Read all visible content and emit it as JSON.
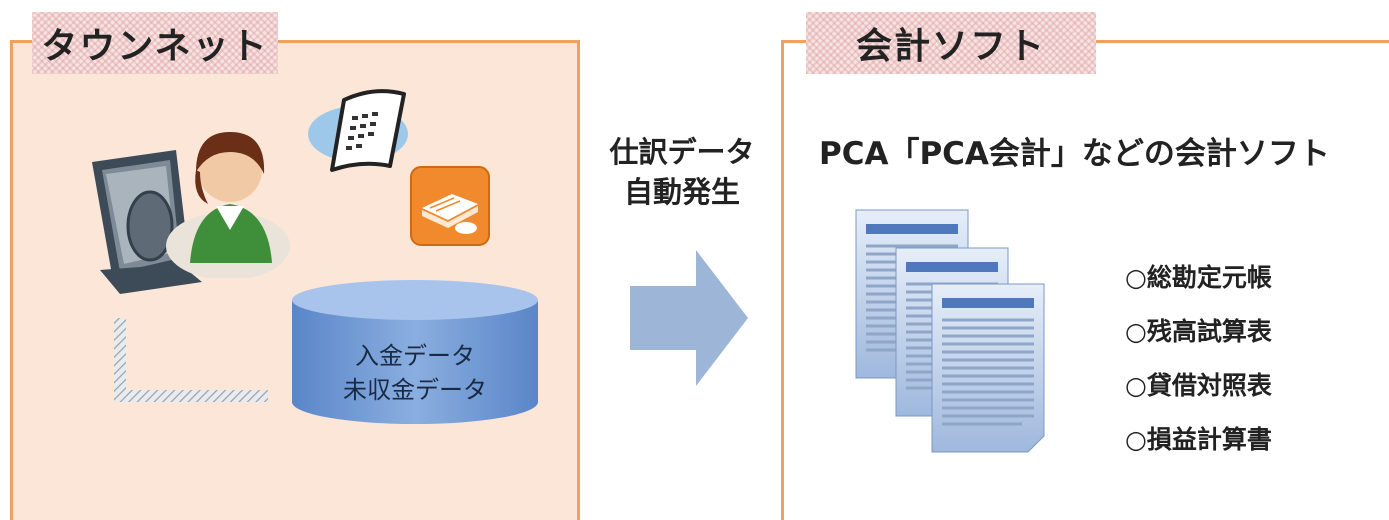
{
  "left_panel": {
    "tab_title": "タウンネット",
    "database": {
      "line1": "入金データ",
      "line2": "未収金データ"
    }
  },
  "arrow": {
    "line1": "仕訳データ",
    "line2": "自動発生"
  },
  "right_panel": {
    "tab_title": "会計ソフト",
    "heading": "PCA「PCA会計」などの会計ソフト",
    "documents": [
      "○総勘定元帳",
      "○残高試算表",
      "○貸借対照表",
      "○損益計算書"
    ]
  },
  "colors": {
    "panel_border": "#f0a060",
    "panel_fill": "#fbe6d7",
    "arrow": "#9db6d8",
    "database": "#6b93d0",
    "icon_orange": "#f08a2c"
  },
  "icons": [
    "computer-icon",
    "person-icon",
    "receipt-icon",
    "money-icon",
    "database-icon",
    "documents-icon"
  ]
}
